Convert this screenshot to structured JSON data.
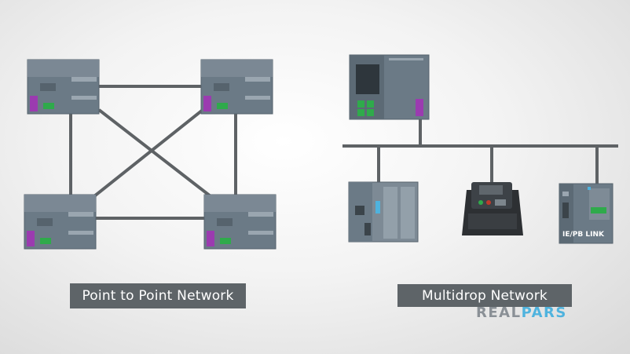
{
  "labels": {
    "point_to_point": "Point to Point Network",
    "multidrop": "Multidrop Network",
    "ie_pb_link": "IE/PB LINK"
  },
  "brand": {
    "part1": "REAL",
    "part2": "PARS"
  },
  "colors": {
    "cable": "#5e6265",
    "device_body": "#6b7a86",
    "device_dark": "#4f5a63",
    "port_purple": "#9b3bb0",
    "port_green": "#2faa4b",
    "label_bg": "#5e6468",
    "brand_gray": "#8a9096",
    "brand_blue": "#4fb3de"
  }
}
